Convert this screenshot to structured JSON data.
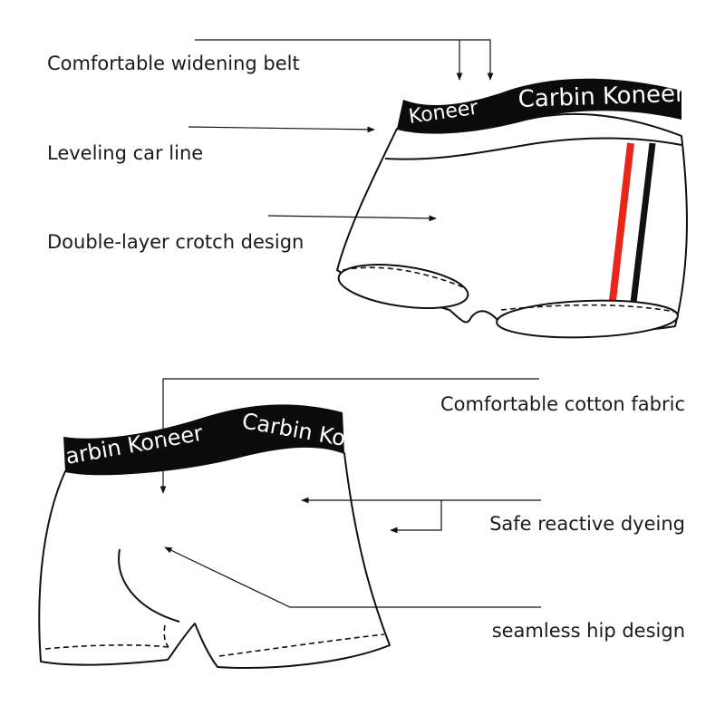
{
  "brand": {
    "waistband_text_top": "Carbin Koneer",
    "waistband_text_top_left": "Koneer",
    "waistband_text_bottom_left": "arbin Koneer",
    "waistband_text_bottom_right": "Carbin Ko",
    "waistband_color": "#0b0b0b",
    "stripe_red": "#e8261a",
    "stripe_black": "#111111"
  },
  "callouts": {
    "top": [
      {
        "id": "belt",
        "text": "Comfortable widening belt"
      },
      {
        "id": "line",
        "text": "Leveling car line"
      },
      {
        "id": "crotch",
        "text": "Double-layer crotch design"
      }
    ],
    "bottom": [
      {
        "id": "cotton",
        "text": "Comfortable cotton fabric"
      },
      {
        "id": "dyeing",
        "text": "Safe reactive dyeing"
      },
      {
        "id": "hip",
        "text": "seamless hip design"
      }
    ]
  }
}
